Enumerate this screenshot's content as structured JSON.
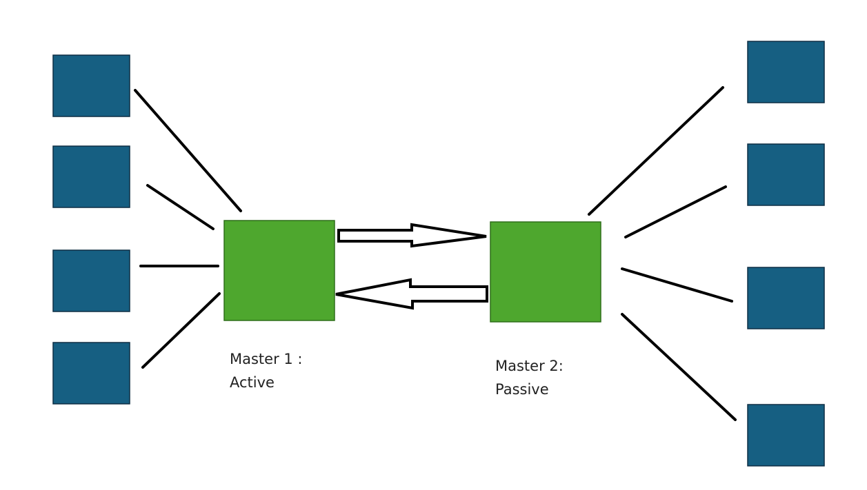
{
  "colors": {
    "slave_node": "#165f82",
    "master_node": "#4ea72e"
  },
  "masters": [
    {
      "line1": "Master 1 :",
      "line2": "Active"
    },
    {
      "line1": "Master 2:",
      "line2": "Passive"
    }
  ]
}
